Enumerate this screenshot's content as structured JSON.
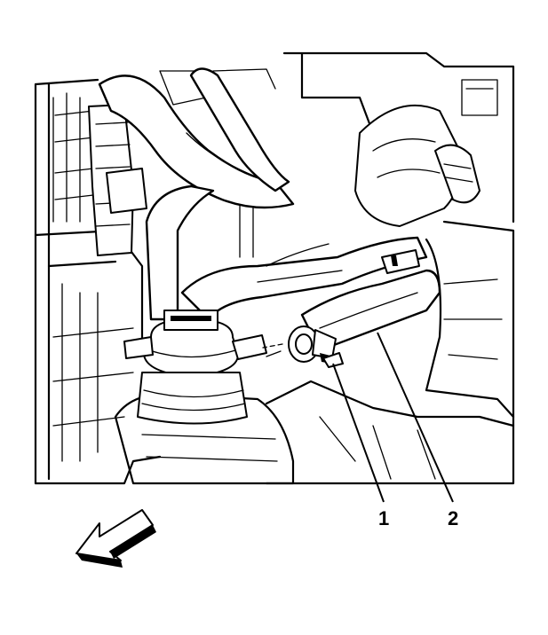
{
  "callouts": [
    {
      "id": "1",
      "label": "1"
    },
    {
      "id": "2",
      "label": "2"
    }
  ],
  "colors": {
    "ink": "#000000",
    "paper": "#ffffff"
  },
  "icons": {
    "direction": "front-arrow-icon"
  }
}
